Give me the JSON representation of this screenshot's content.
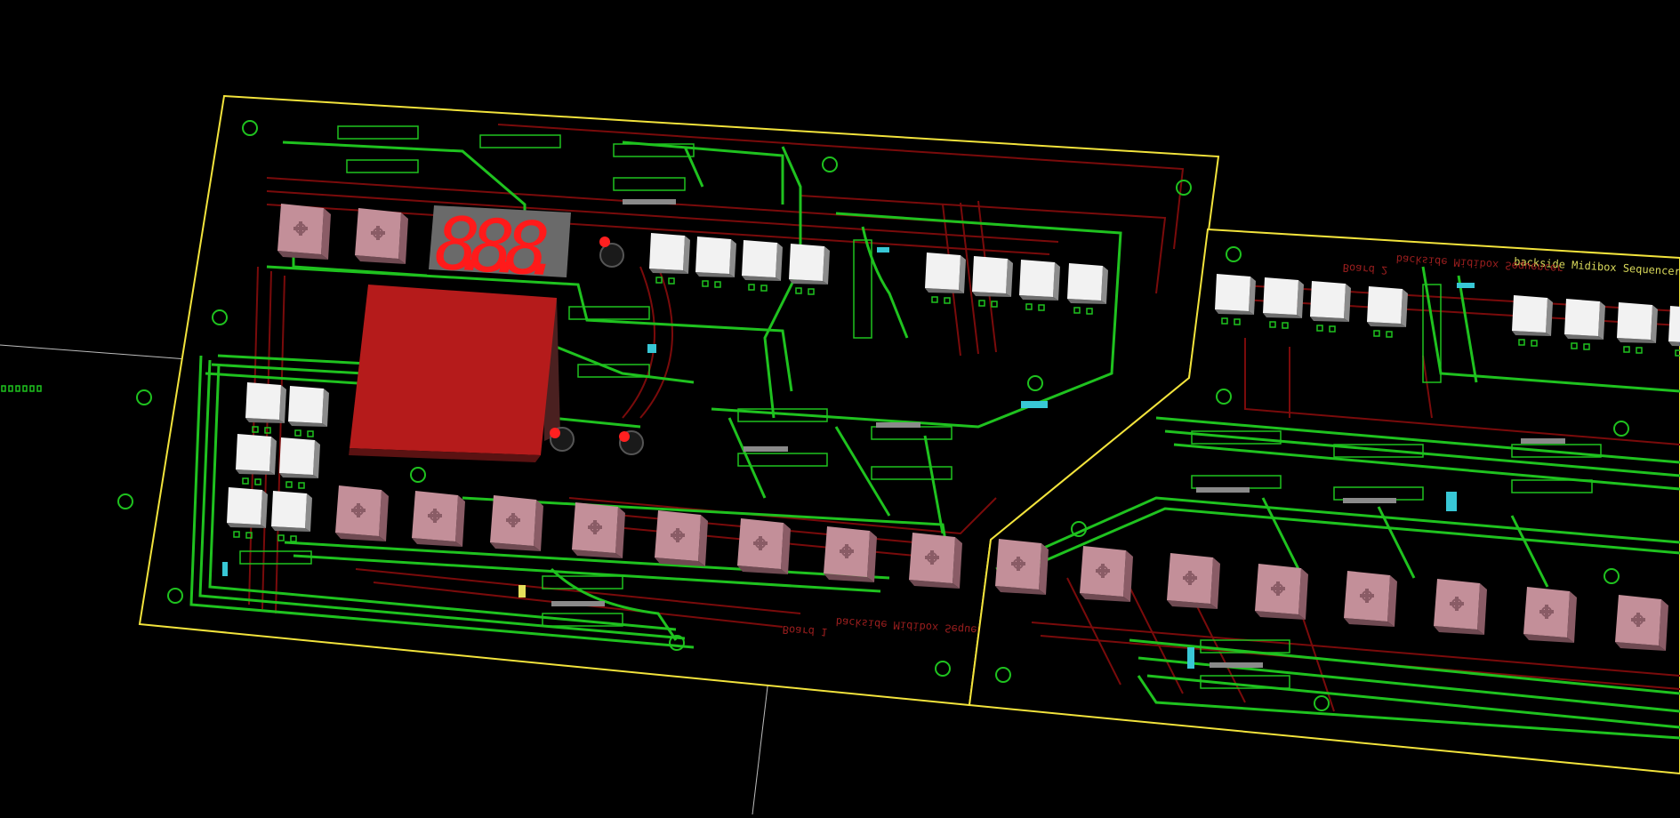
{
  "app": {
    "view": "3D board view",
    "background": "#000000"
  },
  "colors": {
    "top_copper": "#1fc21f",
    "bottom_copper": "#7a0b0b",
    "board_outline": "#f2e33c",
    "button_cap": "#c38f99",
    "led": "#f2f2f2",
    "display_segment": "#ff1a1a",
    "lcd": "#b51b1b",
    "silkscreen": "#9a1e1e",
    "crosshair": "#bdbdbd"
  },
  "silkscreen": {
    "right_board_title": "backside Midibox Sequencer",
    "right_board_mirrored_1": "backside Midibox Sequencer",
    "right_board_mirrored_2": "Board 2",
    "left_board_mirrored_1": "backside Midibox Sequencer",
    "left_board_mirrored_2": "Board 1"
  },
  "display": {
    "digits": "8.8.8."
  },
  "components": {
    "left_board": {
      "buttons": 10,
      "leds": 14,
      "display": "3-digit 7-segment",
      "lcd": 1
    },
    "right_board": {
      "buttons": 8,
      "leds": 8
    }
  }
}
